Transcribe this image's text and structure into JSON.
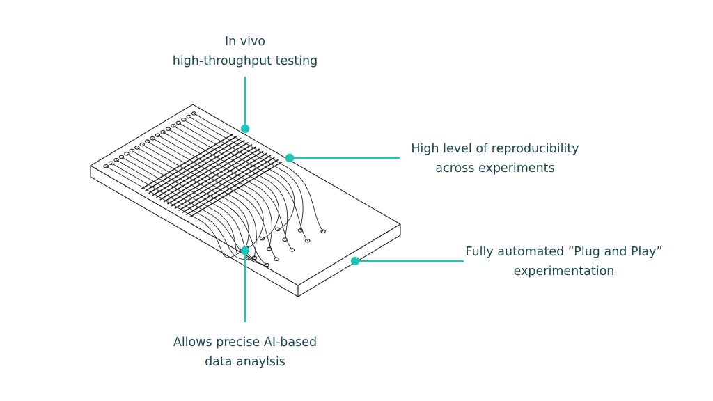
{
  "colors": {
    "accent": "#1ec5b4",
    "text": "#1d4a4f",
    "line": "#222222",
    "background": "#ffffff"
  },
  "callouts": {
    "top": {
      "line1": "In vivo",
      "line2": "high-throughput testing"
    },
    "right_upper": {
      "line1": "High level of reproducibility",
      "line2": "across experiments"
    },
    "right_lower": {
      "line1": "Fully automated “Plug and Play”",
      "line2": "experimentation"
    },
    "bottom": {
      "line1": "Allows precise AI-based",
      "line2": "data anaylsis"
    }
  }
}
